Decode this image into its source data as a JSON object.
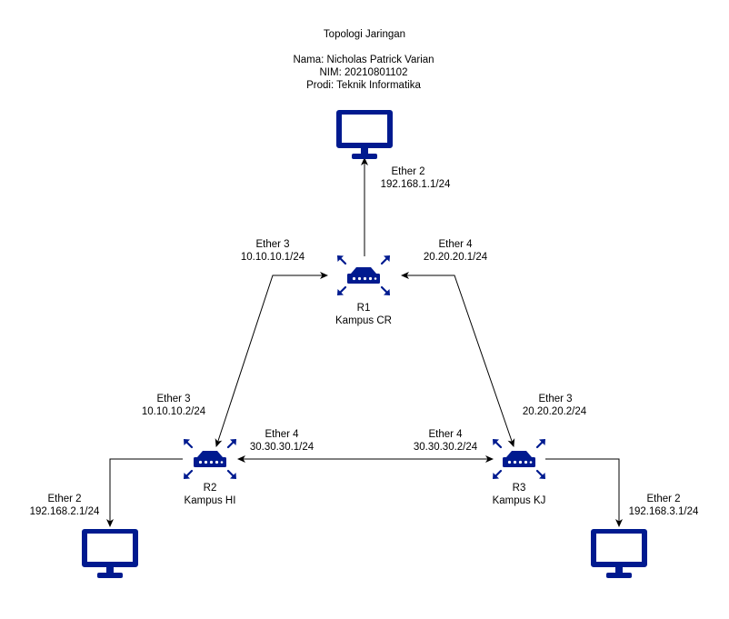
{
  "header": {
    "title": "Topologi Jaringan",
    "name_line": "Nama: Nicholas Patrick Varian",
    "nim_line": "NIM: 20210801102",
    "prodi_line": "Prodi: Teknik Informatika"
  },
  "routers": {
    "r1": {
      "id": "R1",
      "site": "Kampus CR"
    },
    "r2": {
      "id": "R2",
      "site": "Kampus HI"
    },
    "r3": {
      "id": "R3",
      "site": "Kampus KJ"
    }
  },
  "links": {
    "r1_pc_top": {
      "iface": "Ether 2",
      "ip": "192.168.1.1/24"
    },
    "r1_r2": {
      "r1_iface": "Ether 3",
      "r1_ip": "10.10.10.1/24",
      "r2_iface": "Ether 3",
      "r2_ip": "10.10.10.2/24"
    },
    "r1_r3": {
      "r1_iface": "Ether 4",
      "r1_ip": "20.20.20.1/24",
      "r3_iface": "Ether 3",
      "r3_ip": "20.20.20.2/24"
    },
    "r2_r3": {
      "r2_iface": "Ether 4",
      "r2_ip": "30.30.30.1/24",
      "r3_iface": "Ether 4",
      "r3_ip": "30.30.30.2/24"
    },
    "r2_pc_left": {
      "iface": "Ether 2",
      "ip": "192.168.2.1/24"
    },
    "r3_pc_right": {
      "iface": "Ether 2",
      "ip": "192.168.3.1/24"
    }
  },
  "icons": {
    "router": "router-icon",
    "computer": "monitor-icon"
  },
  "colors": {
    "device": "#001A8F",
    "line": "#000000"
  }
}
